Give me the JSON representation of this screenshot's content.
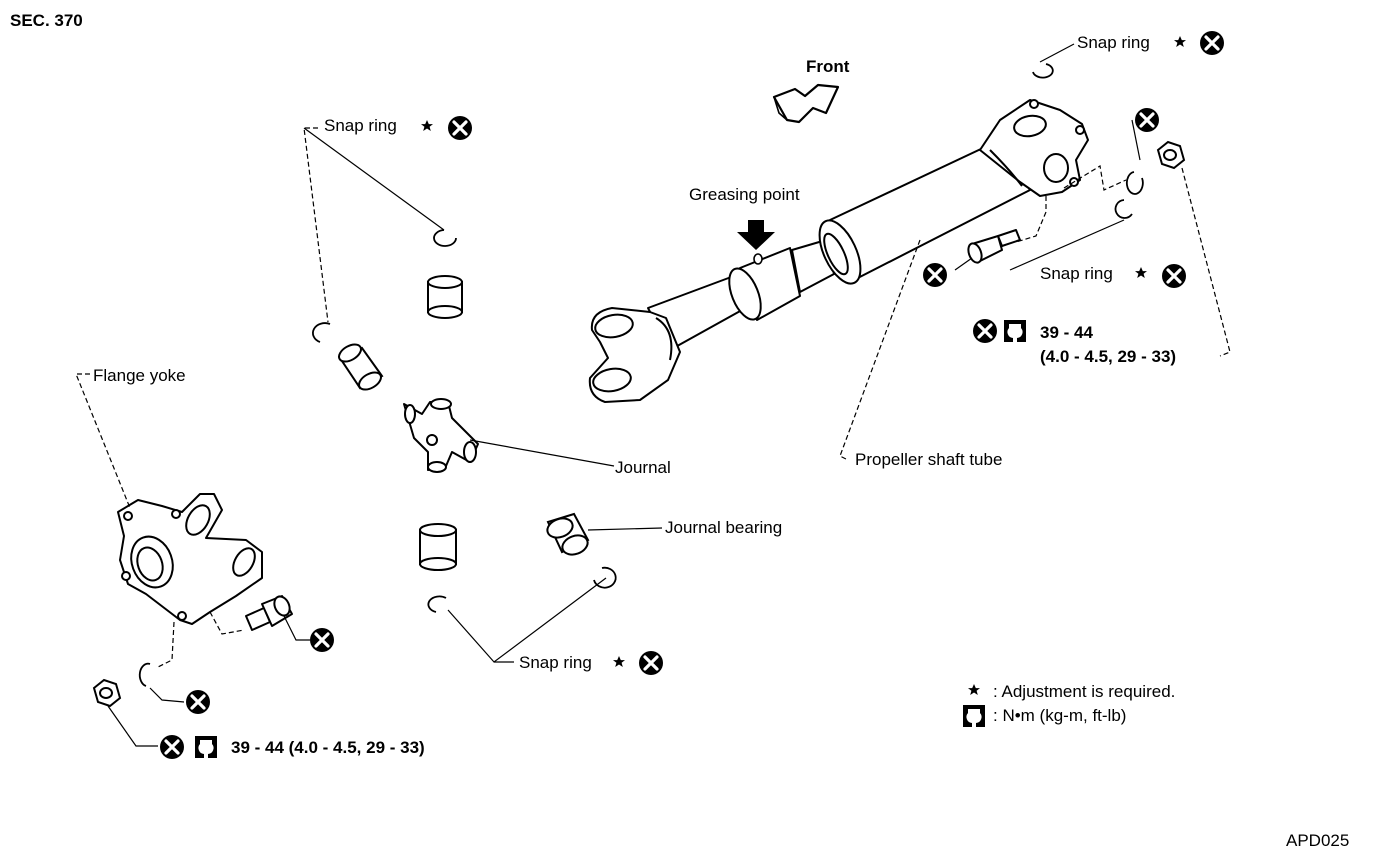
{
  "section": "SEC. 370",
  "figure_id": "APD025",
  "direction_label": "Front",
  "labels": {
    "greasing_point": "Greasing point",
    "flange_yoke": "Flange yoke",
    "journal": "Journal",
    "journal_bearing": "Journal bearing",
    "propeller_shaft_tube": "Propeller shaft tube",
    "snap_ring": "Snap ring"
  },
  "torque": {
    "right_line1": "39 - 44",
    "right_line2": "(4.0 - 4.5, 29 - 33)",
    "left": "39 - 44 (4.0 - 4.5, 29 - 33)"
  },
  "legend": {
    "star_text": ": Adjustment is required.",
    "torque_text": ": N•m (kg-m, ft-lb)"
  },
  "colors": {
    "ink": "#000000",
    "paper": "#ffffff"
  }
}
